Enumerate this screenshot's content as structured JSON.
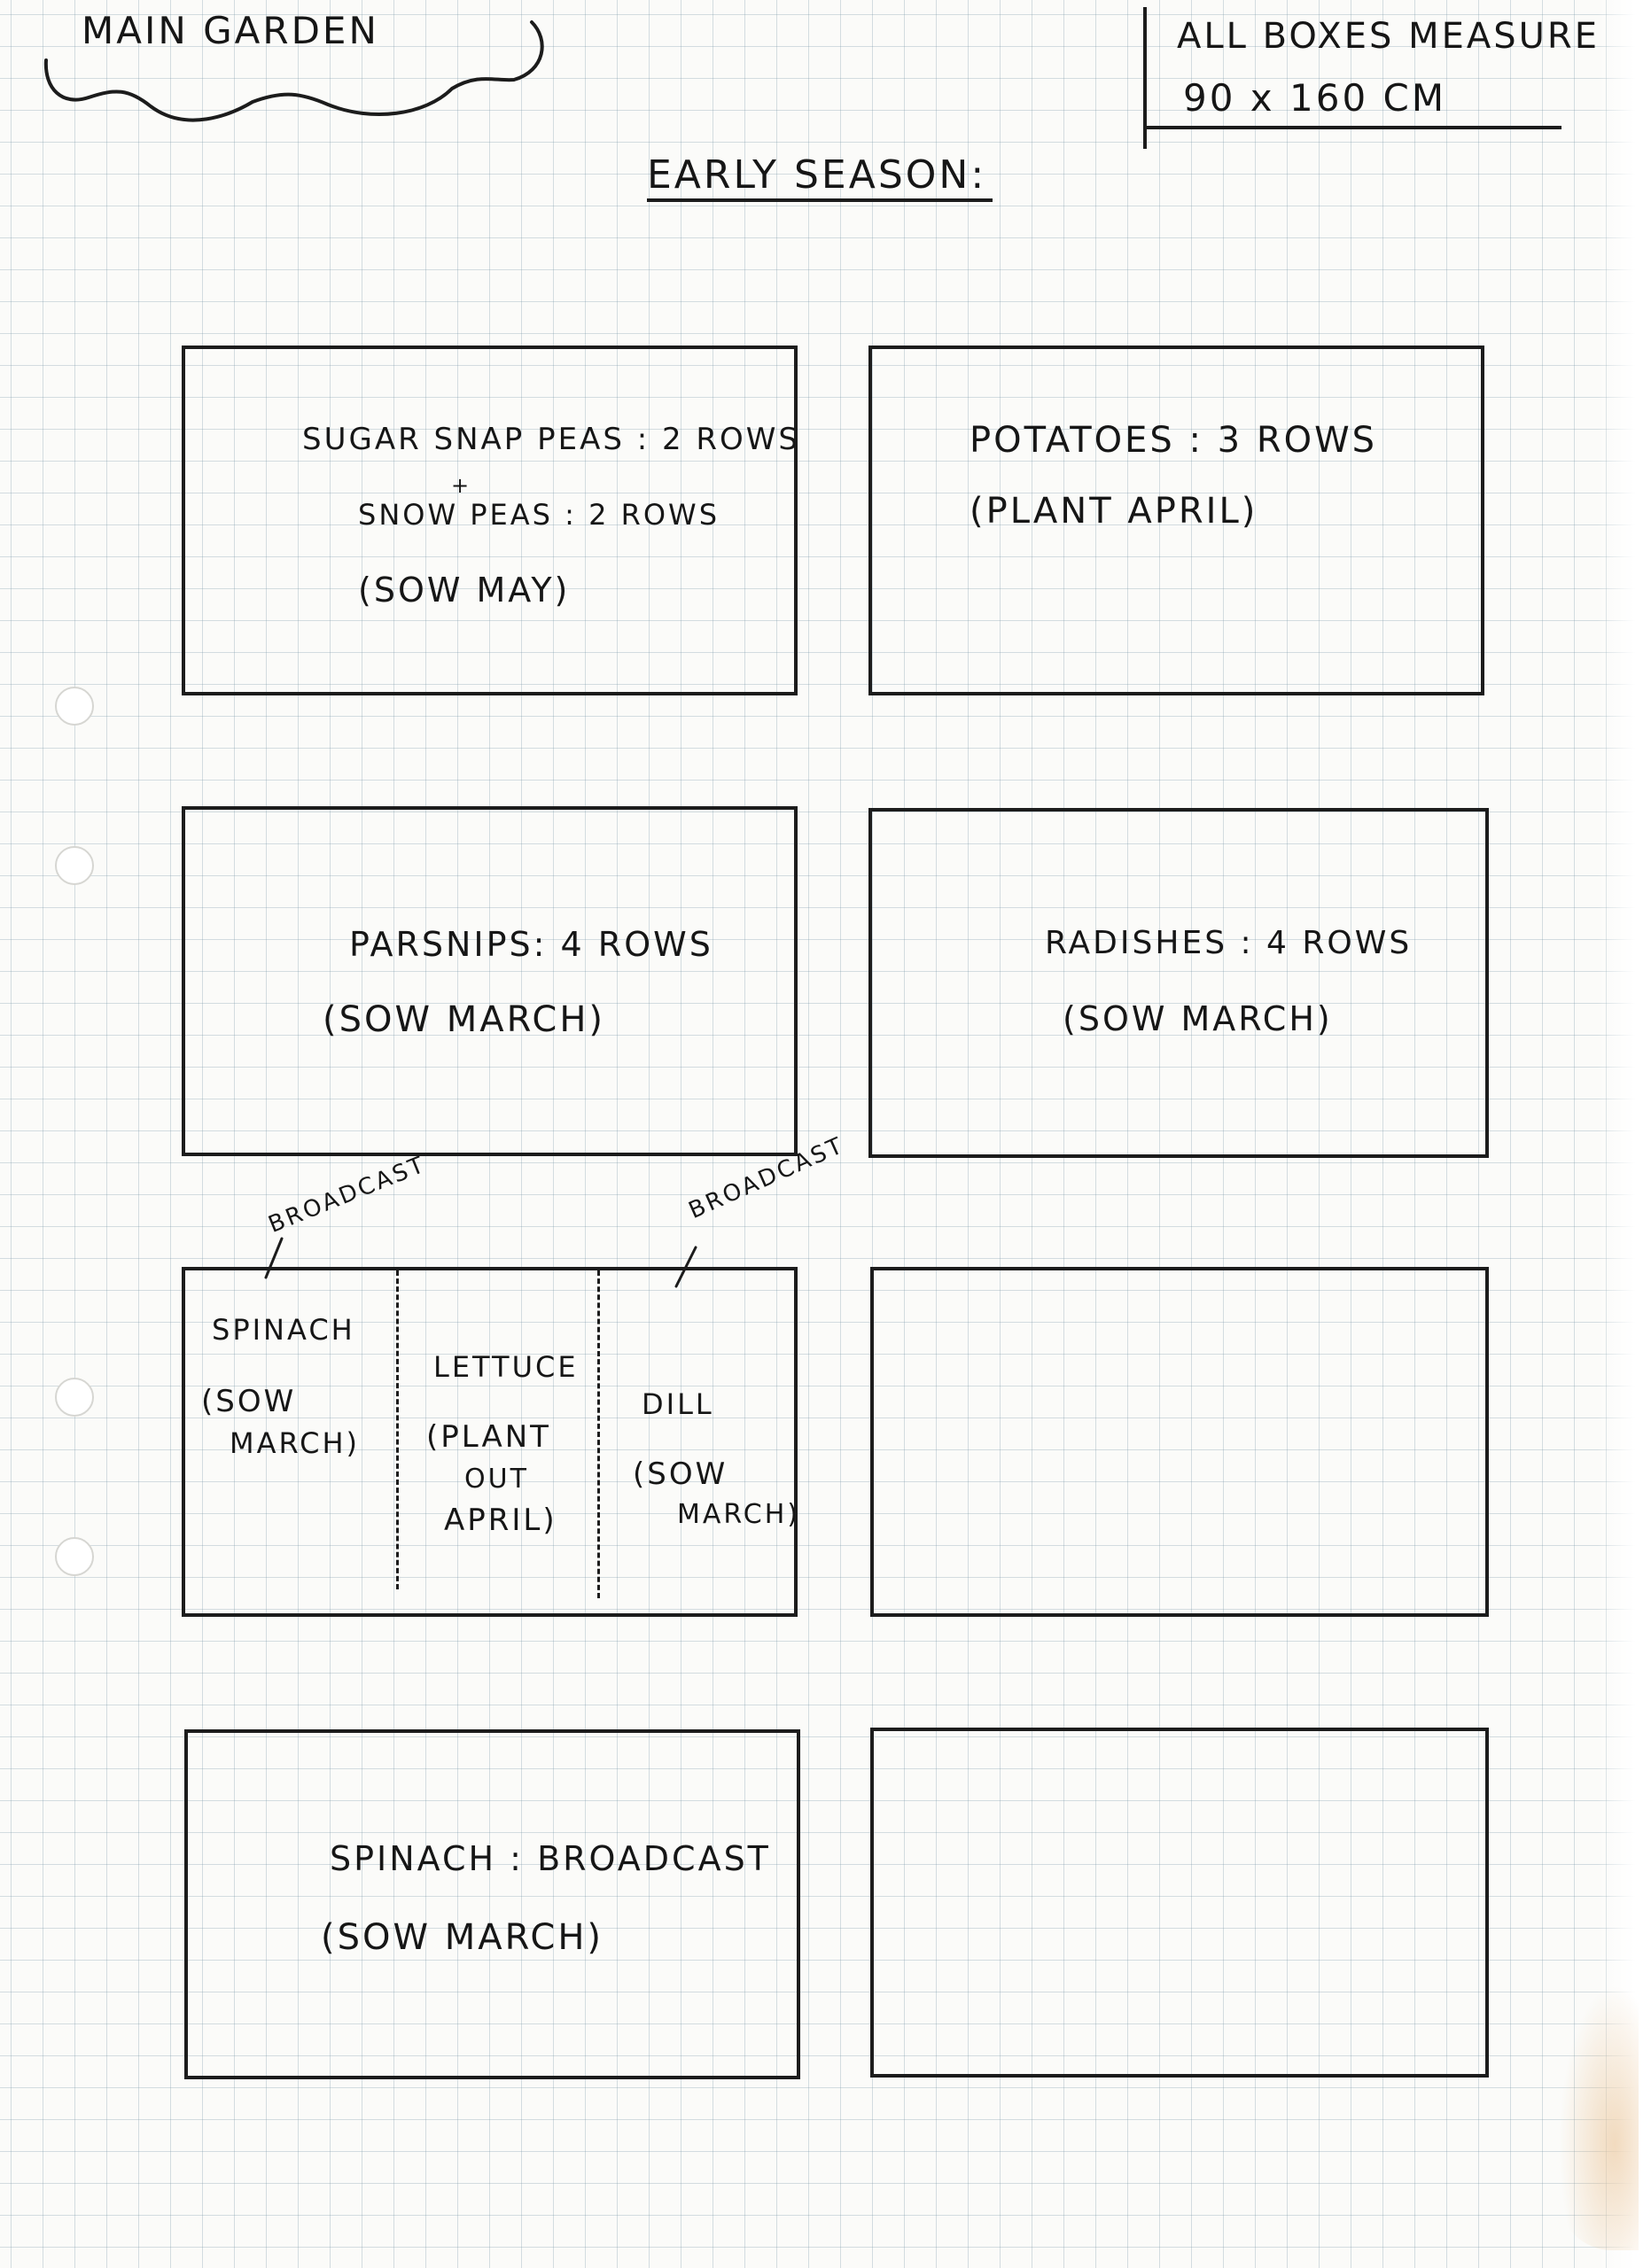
{
  "page": {
    "title": "MAIN GARDEN",
    "measure_note_line1": "ALL BOXES MEASURE",
    "measure_note_line2": "90 x 160 CM",
    "season_heading": "EARLY SEASON:"
  },
  "boxes": [
    {
      "crop_line1": "SUGAR SNAP PEAS : 2 ROWS",
      "plus": "+",
      "crop_line2": "SNOW PEAS : 2 ROWS",
      "timing": "(SOW MAY)"
    },
    {
      "crop_line1": "POTATOES : 3 ROWS",
      "timing": "(PLANT APRIL)"
    },
    {
      "crop_line1": "PARSNIPS: 4 ROWS",
      "timing": "(SOW MARCH)"
    },
    {
      "crop_line1": "RADISHES : 4 ROWS",
      "timing": "(SOW MARCH)"
    },
    {
      "annotation_left": "BROADCAST",
      "annotation_right": "BROADCAST",
      "sections": [
        {
          "name": "SPINACH",
          "timing_a": "(SOW",
          "timing_b": "MARCH)"
        },
        {
          "name": "LETTUCE",
          "timing_a": "(PLANT",
          "timing_b": "OUT",
          "timing_c": "APRIL)"
        },
        {
          "name": "DILL",
          "timing_a": "(SOW",
          "timing_b": "MARCH)"
        }
      ]
    },
    {},
    {
      "crop_line1": "SPINACH : BROADCAST",
      "timing": "(SOW MARCH)"
    },
    {}
  ]
}
